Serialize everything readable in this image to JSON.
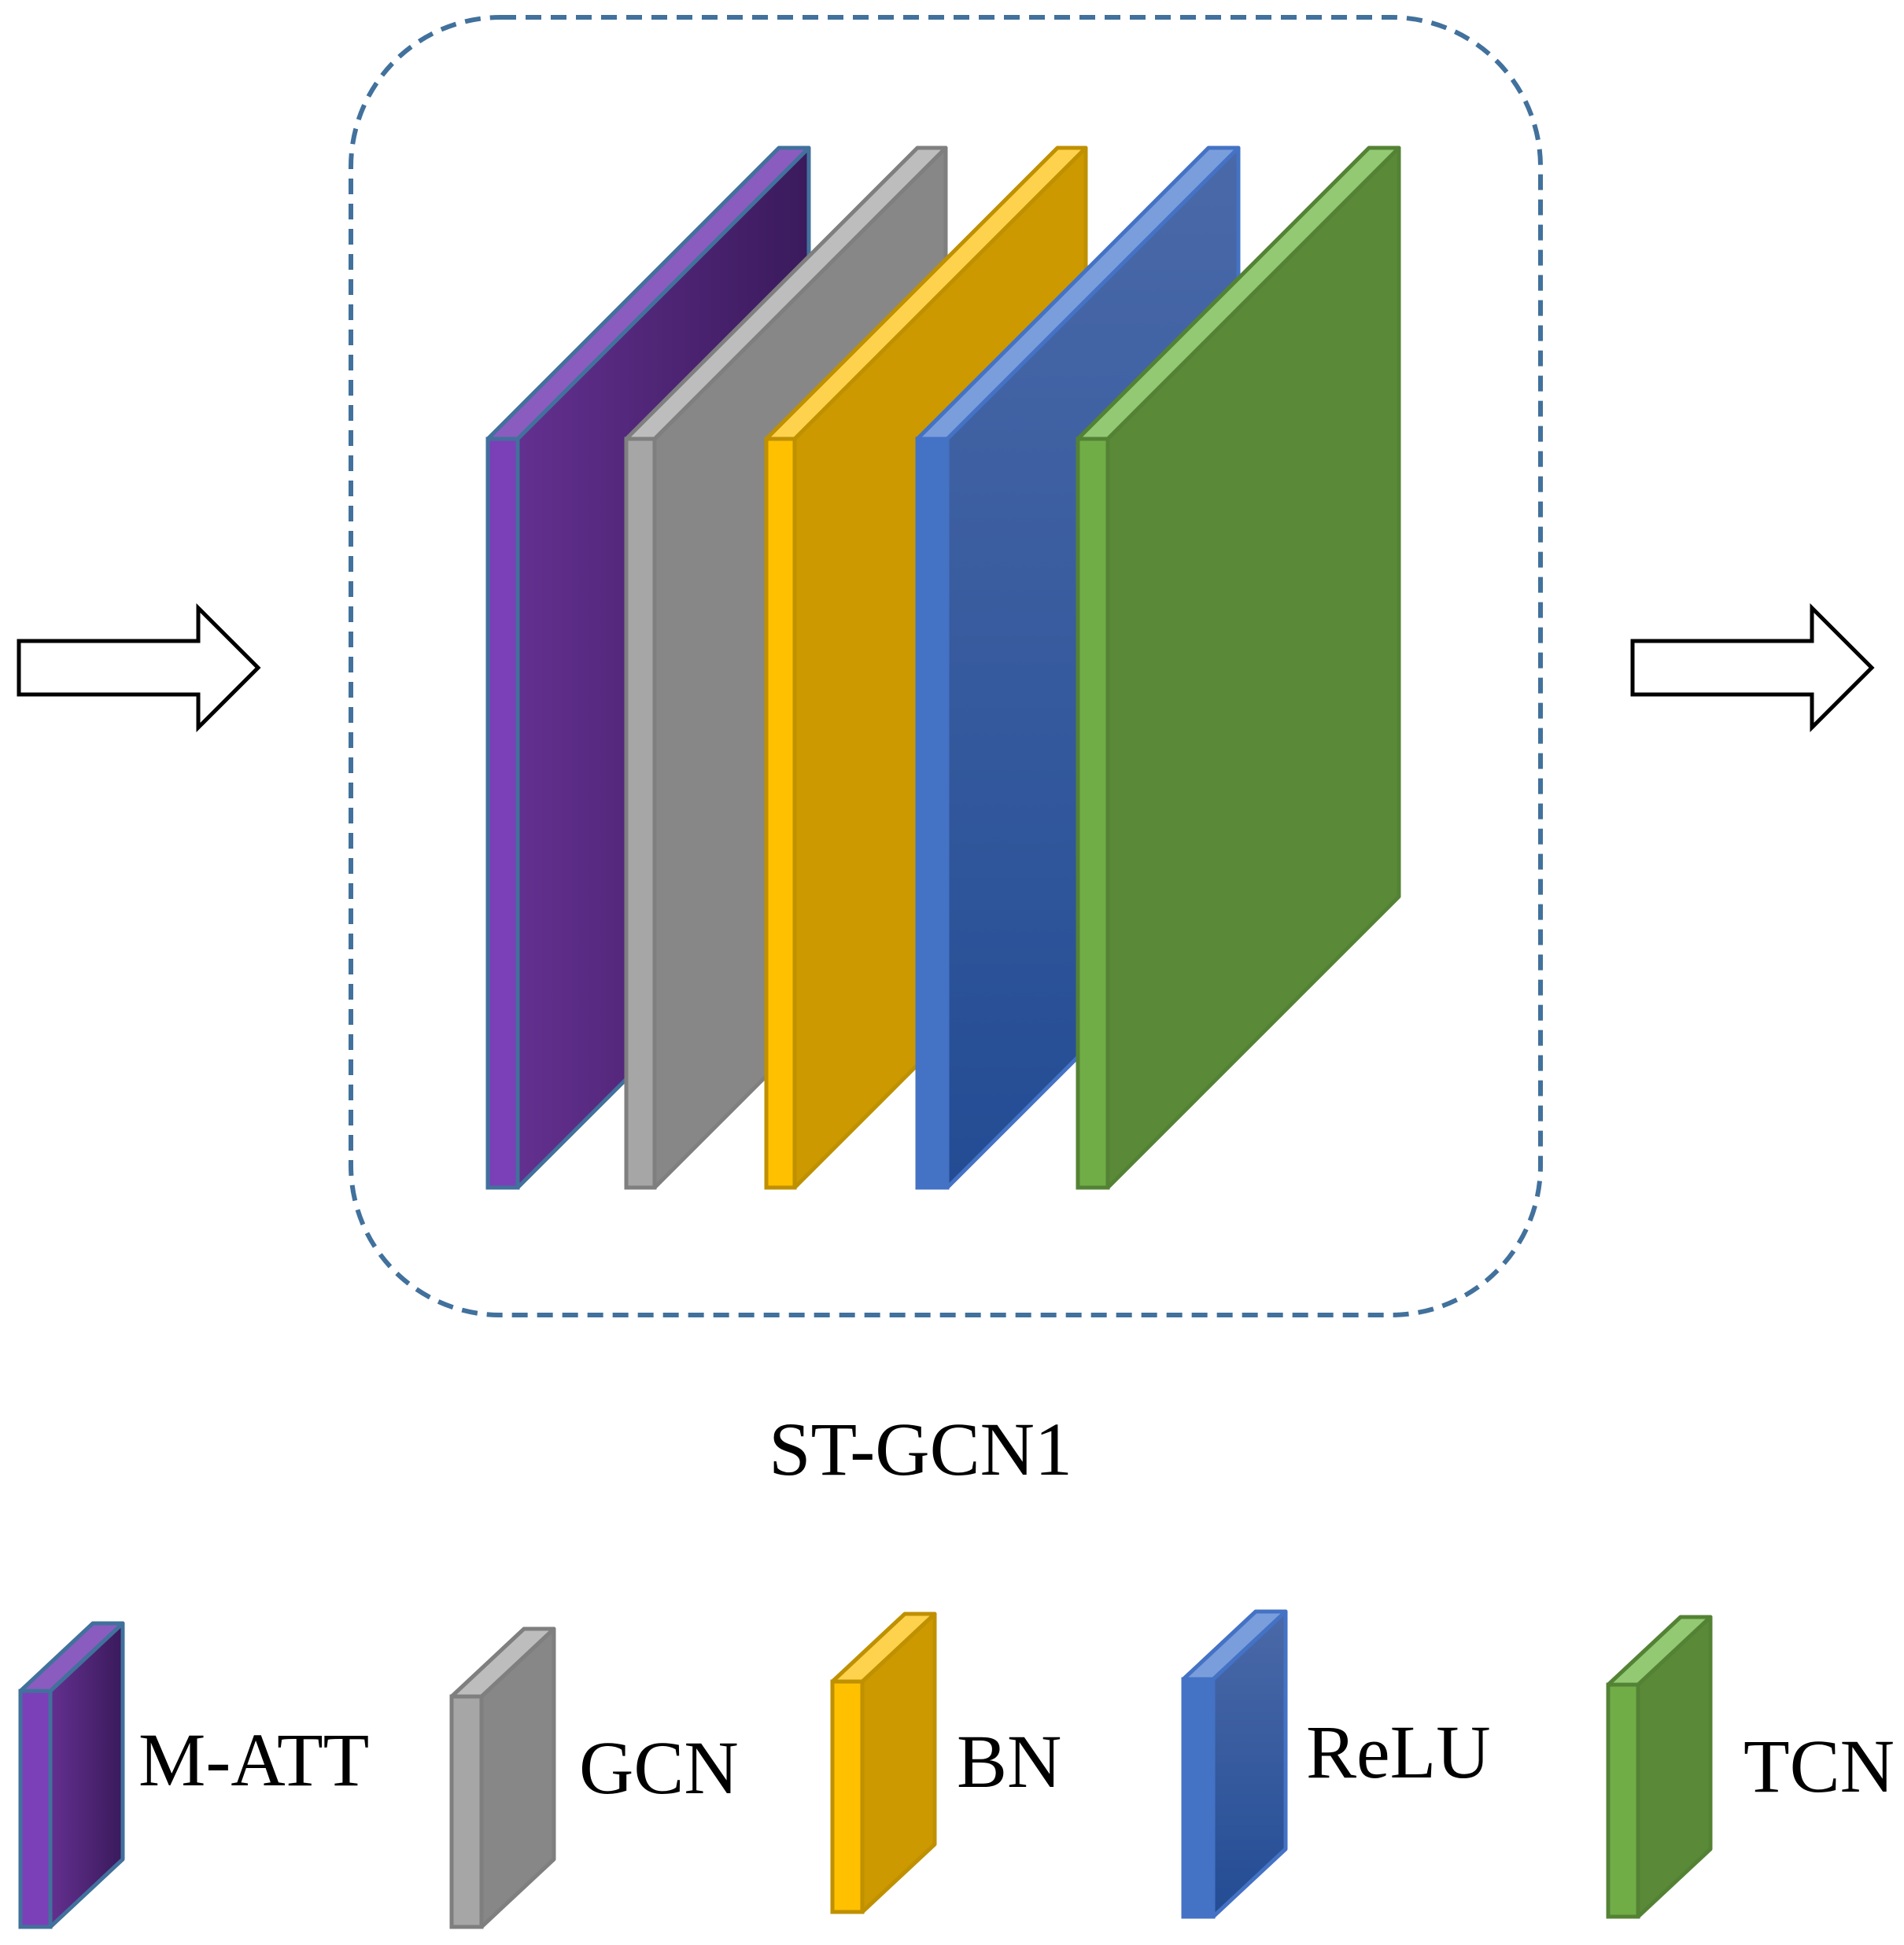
{
  "title": "ST-GCN1",
  "layers": [
    {
      "id": "matt",
      "label": "M-ATT",
      "front": "#7B3FB8",
      "side_light": "#63308F",
      "side_dark": "#3A1A5C",
      "top": "#8A5CC0",
      "stroke": "#41719C",
      "gradient": "horizontal"
    },
    {
      "id": "gcn",
      "label": "GCN",
      "front": "#A6A6A6",
      "side_light": "#878787",
      "side_dark": "#878787",
      "top": "#BDBDBD",
      "stroke": "#7F7F7F",
      "gradient": "none"
    },
    {
      "id": "bn",
      "label": "BN",
      "front": "#FFC000",
      "side_light": "#CC9900",
      "side_dark": "#CC9900",
      "top": "#FFD24D",
      "stroke": "#BF9000",
      "gradient": "none"
    },
    {
      "id": "relu",
      "label": "ReLU",
      "front": "#4472C4",
      "side_light": "#4A69A8",
      "side_dark": "#234C94",
      "top": "#7A9DDC",
      "stroke": "#4472C4",
      "gradient": "vertical"
    },
    {
      "id": "tcn",
      "label": "TCN",
      "front": "#70AD47",
      "side_light": "#5A8A38",
      "side_dark": "#4E7E2E",
      "top": "#93C973",
      "stroke": "#548235",
      "gradient": "none"
    }
  ]
}
